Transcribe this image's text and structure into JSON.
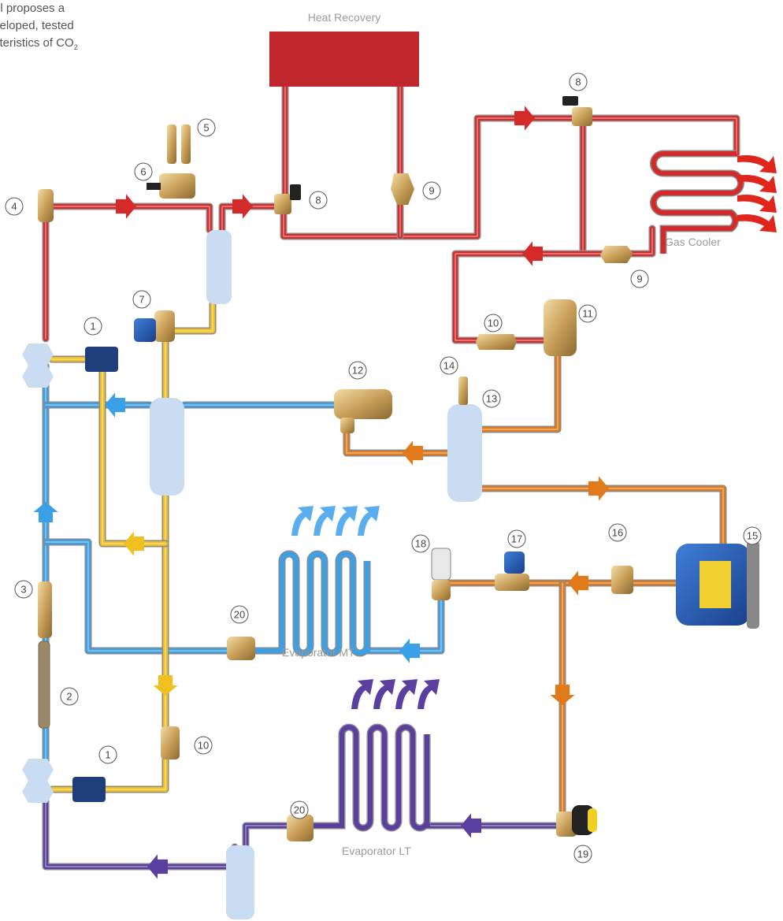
{
  "intro": {
    "line1": "el proposes a",
    "line2": "veloped, tested",
    "line3": "cteristics of CO",
    "line3_sub": "2"
  },
  "labels": {
    "heat_recovery": "Heat Recovery",
    "gas_cooler": "Gas Cooler",
    "evaporator_mt": "Evaporator MT",
    "evaporator_lt": "Evaporator LT"
  },
  "callouts": [
    {
      "id": "c1a",
      "text": "1"
    },
    {
      "id": "c1b",
      "text": "1"
    },
    {
      "id": "c2",
      "text": "2"
    },
    {
      "id": "c3",
      "text": "3"
    },
    {
      "id": "c4",
      "text": "4"
    },
    {
      "id": "c5",
      "text": "5"
    },
    {
      "id": "c6",
      "text": "6"
    },
    {
      "id": "c7",
      "text": "7"
    },
    {
      "id": "c8a",
      "text": "8"
    },
    {
      "id": "c8b",
      "text": "8"
    },
    {
      "id": "c9a",
      "text": "9"
    },
    {
      "id": "c9b",
      "text": "9"
    },
    {
      "id": "c10a",
      "text": "10"
    },
    {
      "id": "c10b",
      "text": "10"
    },
    {
      "id": "c11",
      "text": "11"
    },
    {
      "id": "c12",
      "text": "12"
    },
    {
      "id": "c13",
      "text": "13"
    },
    {
      "id": "c14",
      "text": "14"
    },
    {
      "id": "c15",
      "text": "15"
    },
    {
      "id": "c16",
      "text": "16"
    },
    {
      "id": "c17",
      "text": "17"
    },
    {
      "id": "c18",
      "text": "18"
    },
    {
      "id": "c19",
      "text": "19"
    },
    {
      "id": "c20a",
      "text": "20"
    },
    {
      "id": "c20b",
      "text": "20"
    }
  ],
  "colors": {
    "hot_gas": "#d42a2a",
    "mt_suction": "#3aa0e8",
    "liquid": "#f0c020",
    "high_pressure_liquid": "#e07a1a",
    "lt_suction": "#5a3ea0",
    "heat_recovery_box": "#c0272d",
    "vessel": "#c9dcf2",
    "brass": "#c8a060"
  }
}
